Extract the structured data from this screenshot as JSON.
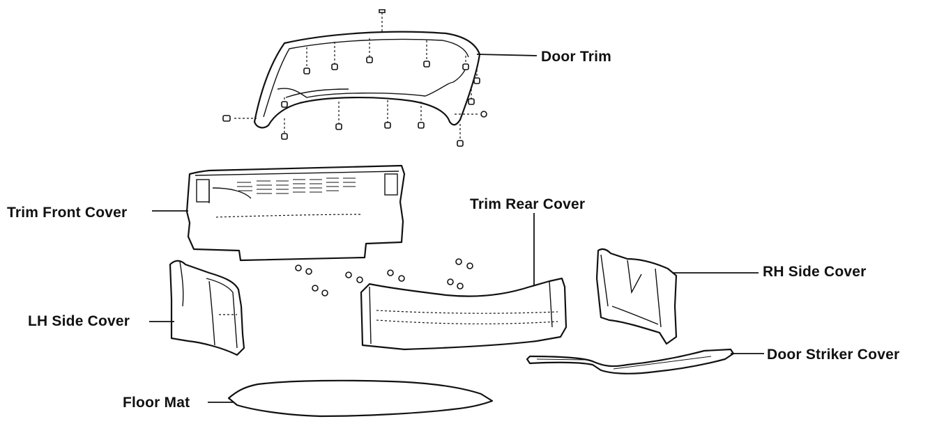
{
  "labels": {
    "door_trim": "Door Trim",
    "trim_front_cover": "Trim Front Cover",
    "trim_rear_cover": "Trim Rear Cover",
    "rh_side_cover": "RH Side Cover",
    "lh_side_cover": "LH Side Cover",
    "door_striker_cover": "Door Striker Cover",
    "floor_mat": "Floor Mat"
  },
  "colors": {
    "line": "#111111",
    "background": "#ffffff"
  }
}
